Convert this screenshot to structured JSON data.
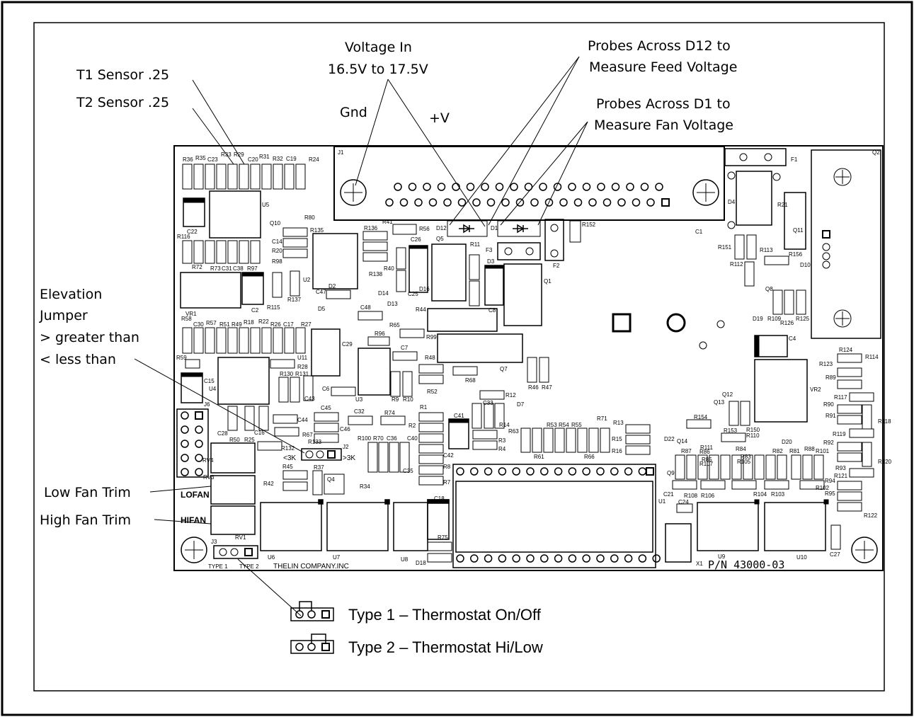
{
  "callouts": {
    "t1_sensor": "T1 Sensor .25",
    "t2_sensor": "T2 Sensor .25",
    "voltage_in_1": "Voltage In",
    "voltage_in_2": "16.5V to 17.5V",
    "gnd": "Gnd",
    "plus_v": "+V",
    "probes_d12_1": "Probes Across D12 to",
    "probes_d12_2": "Measure Feed Voltage",
    "probes_d1_1": "Probes Across D1 to",
    "probes_d1_2": "Measure Fan Voltage",
    "elevation_1": "Elevation",
    "elevation_2": "Jumper",
    "elevation_3": "> greater than",
    "elevation_4": "< less than",
    "low_fan_trim": "Low Fan Trim",
    "high_fan_trim": "High Fan Trim"
  },
  "legend": {
    "type1": "Type 1 – Thermostat On/Off",
    "type2": "Type 2 – Thermostat Hi/Low"
  },
  "board": {
    "company": "THELIN COMPANY.INC",
    "part_number": "P/N 43000-03",
    "lofan": "LOFAN",
    "hifan": "HIFAN",
    "lt3k": "<3K",
    "gt3k": ">3K",
    "type1_small": "TYPE 1",
    "type2_small": "TYPE 2",
    "labels": {
      "J1": "J1",
      "U5": "U5",
      "U2": "U2",
      "U3": "U3",
      "U4": "U4",
      "U11": "U11",
      "VR1": "VR1",
      "VR2": "VR2",
      "U1": "U1",
      "U6": "U6",
      "U7": "U7",
      "U8": "U8",
      "U9": "U9",
      "U10": "U10",
      "Q1": "Q1",
      "Q2": "Q2",
      "Q5": "Q5",
      "Q11": "Q11",
      "D4": "D4",
      "D12": "D12",
      "D1": "D1",
      "D3": "D3",
      "F1": "F1",
      "F2": "F2",
      "F3": "F3",
      "C1": "C1",
      "C4": "C4",
      "C8": "C8",
      "J2": "J2",
      "J3": "J3",
      "J6": "J6",
      "X1": "X1",
      "R152": "R152",
      "R11": "R11",
      "C26": "C26",
      "R56": "R56",
      "R41": "R41",
      "R136": "R136",
      "R80": "R80",
      "Q10": "Q10",
      "R135": "R135",
      "C22": "C22",
      "R116": "R116",
      "C14": "C14",
      "R20": "R20",
      "R98": "R98",
      "R72": "R72",
      "R73": "R73",
      "C31": "C31",
      "C38": "C38",
      "R97": "R97",
      "R36": "R36",
      "R35": "R35",
      "C23": "C23",
      "R33": "R33",
      "R29": "R29",
      "C20": "C20",
      "R31": "R31",
      "R32": "R32",
      "C19": "C19",
      "R24": "R24",
      "R21": "R21",
      "R151": "R151",
      "R113": "R113",
      "R112": "R112",
      "R156": "R156",
      "D10": "D10",
      "Q8": "Q8",
      "D19": "D19",
      "R109": "R109",
      "R126": "R126",
      "R125": "R125",
      "R124": "R124",
      "R114": "R114",
      "R123": "R123",
      "R89": "R89",
      "R117": "R117",
      "R90": "R90",
      "R91": "R91",
      "R118": "R118",
      "R119": "R119",
      "R92": "R92",
      "R120": "R120",
      "R93": "R93",
      "R121": "R121",
      "R94": "R94",
      "R95": "R95",
      "R122": "R122",
      "C27": "C27",
      "R58": "R58",
      "C30": "C30",
      "R57": "R57",
      "R51": "R51",
      "R49": "R49",
      "R18": "R18",
      "R22": "R22",
      "R26": "R26",
      "C17": "C17",
      "R27": "R27",
      "R59": "R59",
      "R28": "R28",
      "R131": "R131",
      "R130": "R130",
      "C15": "C15",
      "C43": "C43",
      "C29": "C29",
      "C6": "C6",
      "R96": "R96",
      "C7": "C7",
      "R48": "R48",
      "R99": "R99",
      "R65": "R65",
      "C48": "C48",
      "D13": "D13",
      "D14": "D14",
      "R44": "R44",
      "D2": "D2",
      "D5": "D5",
      "C47": "C47",
      "R137": "R137",
      "R115": "R115",
      "C2": "C2",
      "R138": "R138",
      "R40": "R40",
      "C25": "C25",
      "D16": "D16",
      "R52": "R52",
      "R9": "R9",
      "R10": "R10",
      "R68": "R68",
      "Q7": "Q7",
      "R46": "R46",
      "R47": "R47",
      "R12": "R12",
      "D7": "D7",
      "C33": "C33",
      "R14": "R14",
      "R3": "R3",
      "R4": "R4",
      "R63": "R63",
      "R53": "R53",
      "R54": "R54",
      "R55": "R55",
      "R71": "R71",
      "R61": "R61",
      "R66": "R66",
      "R13": "R13",
      "R15": "R15",
      "R16": "R16",
      "C41": "C41",
      "R1": "R1",
      "R2": "R2",
      "C42": "C42",
      "R8": "R8",
      "R7": "R7",
      "C35": "C35",
      "R100": "R100",
      "R70": "R70",
      "C36": "C36",
      "C40": "C40",
      "R74": "R74",
      "C32": "C32",
      "C45": "C45",
      "C46": "C46",
      "R67": "R67",
      "C44": "C44",
      "C16": "C16",
      "C28": "C28",
      "R50": "R50",
      "R25": "R25",
      "R132": "R132",
      "R133": "R133",
      "RV4": "RV4",
      "RV3": "RV3",
      "RV1": "RV1",
      "R45": "R45",
      "R37": "R37",
      "Q4": "Q4",
      "R34": "R34",
      "R42": "R42",
      "C18": "C18",
      "R75": "R75",
      "D18": "D18",
      "D22": "D22",
      "Q14": "Q14",
      "R111": "R111",
      "Q9": "Q9",
      "R87": "R87",
      "R86": "R86",
      "R85": "R85",
      "R107": "R107",
      "R154": "R154",
      "R153": "R153",
      "R150": "R150",
      "R110": "R110",
      "D20": "D20",
      "Q12": "Q12",
      "Q13": "Q13",
      "R84": "R84",
      "R83": "R83",
      "R105": "R105",
      "R82": "R82",
      "R81": "R81",
      "R88": "R88",
      "R101": "R101",
      "R102": "R102",
      "R104": "R104",
      "R103": "R103",
      "R108": "R108",
      "R106": "R106",
      "C21": "C21",
      "C24": "C24"
    }
  }
}
